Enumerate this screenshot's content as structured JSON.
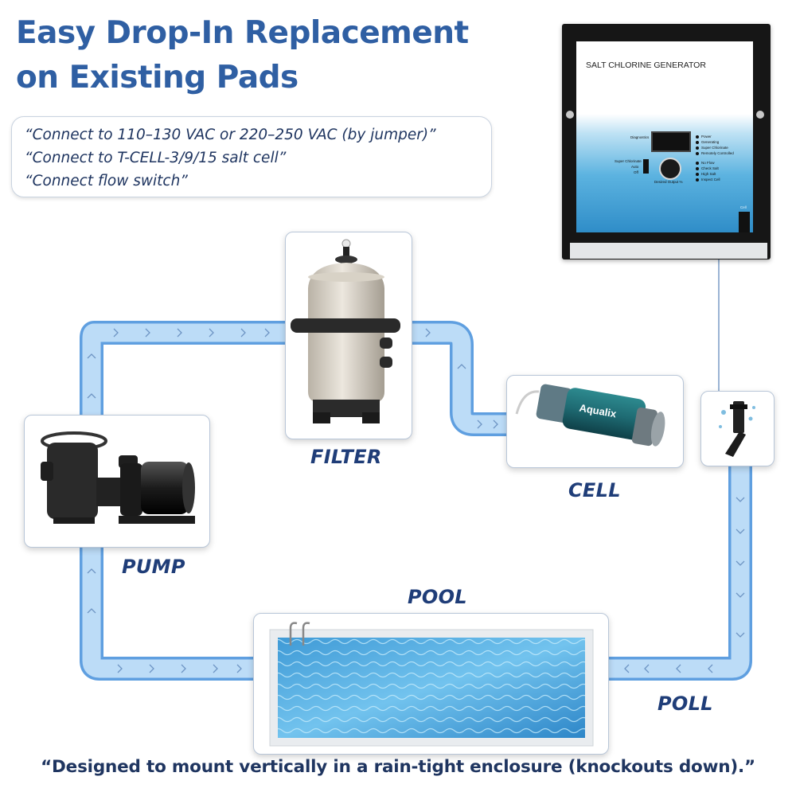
{
  "title": {
    "line1": "Easy Drop-In Replacement",
    "line2": "on Existing Pads"
  },
  "notes": [
    "“Connect to 110–130 VAC or 220–250 VAC (by jumper)”",
    "“Connect to T-CELL-3/9/15 salt cell”",
    "“Connect flow switch”"
  ],
  "generator": {
    "title": "SALT CHLORINE GENERATOR",
    "diagnostics": "Diagnostics",
    "mode_labels": [
      "Super Chlorinate",
      "Auto",
      "Off"
    ],
    "status_lights": [
      "Power",
      "Generating",
      "Super Chlorinate",
      "Remotely Controlled",
      "No Flow",
      "Check Salt",
      "High Salt",
      "Inspect Cell"
    ],
    "dial_label": "Desired Output %",
    "cell_label": "Cell"
  },
  "cell_brand": "Aqualix",
  "labels": {
    "filter": "FILTER",
    "cell": "CELL",
    "pump": "PUMP",
    "pool": "POOL",
    "poll": "POLL"
  },
  "footer": "“Designed to mount vertically in a rain-tight enclosure (knockouts down).”",
  "colors": {
    "title": "#2f5fa3",
    "text": "#1f3560",
    "pipe": "#a9cdf0",
    "pipe_edge": "#5f9fe0"
  }
}
